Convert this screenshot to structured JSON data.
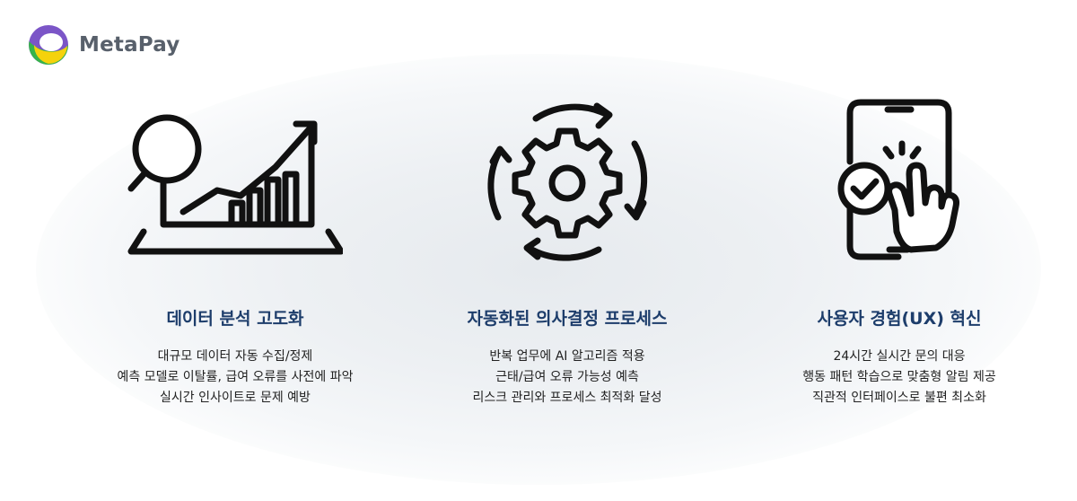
{
  "brand": {
    "name": "MetaPay"
  },
  "features": [
    {
      "icon": "laptop-chart-magnifier-icon",
      "title": "데이터 분석 고도화",
      "lines": [
        "대규모 데이터 자동 수집/정제",
        "예측 모델로 이탈률, 급여 오류를 사전에 파악",
        "실시간 인사이트로 문제 예방"
      ]
    },
    {
      "icon": "gear-cycle-icon",
      "title": "자동화된 의사결정 프로세스",
      "lines": [
        "반복 업무에 AI 알고리즘 적용",
        "근태/급여 오류 가능성 예측",
        "리스크 관리와 프로세스 최적화 달성"
      ]
    },
    {
      "icon": "phone-touch-check-icon",
      "title": "사용자 경험(UX) 혁신",
      "lines": [
        "24시간 실시간 문의 대응",
        "행동 패턴 학습으로 맞춤형 알림 제공",
        "직관적 인터페이스로 불편 최소화"
      ]
    }
  ],
  "colors": {
    "title": "#1d3d6b",
    "text": "#222222",
    "logo_text": "#58606b",
    "logo_purple": "#7b55c7",
    "logo_green": "#36b34a",
    "logo_yellow": "#f5d20c"
  }
}
